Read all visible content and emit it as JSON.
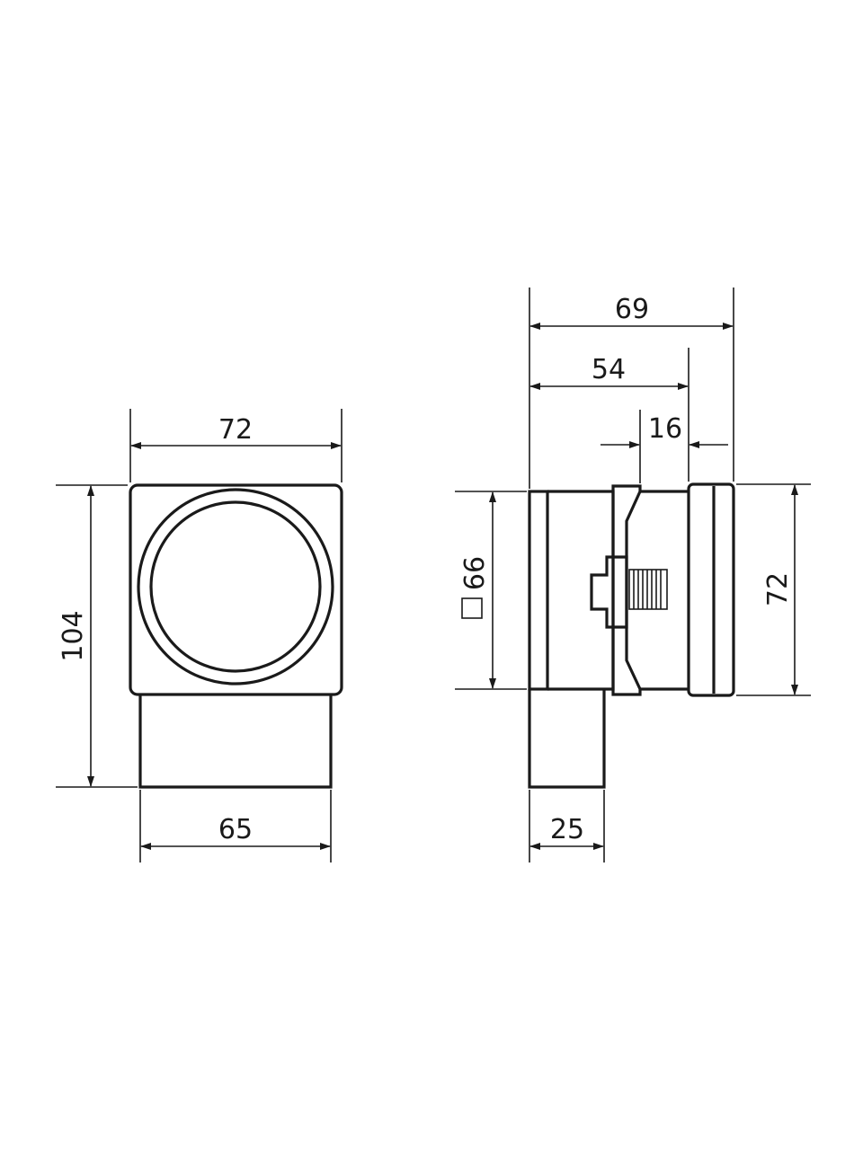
{
  "front_view": {
    "width_top": "72",
    "height_total": "104",
    "width_bottom": "65"
  },
  "side_view": {
    "depth_total": "69",
    "depth_body": "54",
    "clamp_width": "16",
    "cutout_square_symbol": "□",
    "cutout_size": "66",
    "front_height": "72",
    "base_depth": "25"
  }
}
